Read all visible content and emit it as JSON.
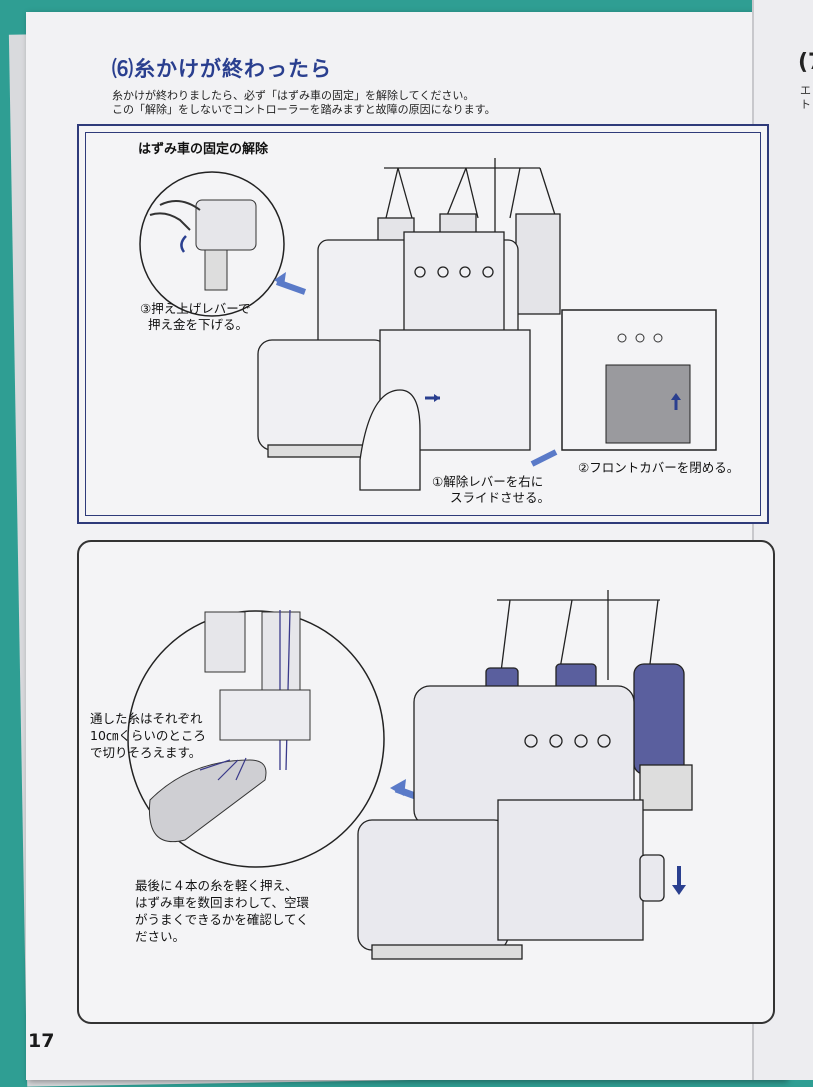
{
  "page": {
    "title": "⑹糸かけが終わったら",
    "intro": [
      "糸かけが終わりましたら、必ず「はずみ車の固定」を解除してください。",
      "この「解除」をしないでコントローラーを踏みますと故障の原因になります。"
    ],
    "page_number": "17"
  },
  "section1": {
    "heading": "はずみ車の固定の解除",
    "step1": [
      "①解除レバーを右に",
      "スライドさせる。"
    ],
    "step2": "②フロントカバーを閉める。",
    "step3": [
      "③押え上げレバーで",
      "押え金を下げる。"
    ]
  },
  "section2": {
    "cut_note": [
      "通した糸はそれぞれ",
      "10㎝くらいのところ",
      "で切りそろえます。"
    ],
    "final_note": [
      "最後に４本の糸を軽く押え、",
      "はずみ車を数回まわして、空環",
      "がうまくできるかを確認してく",
      "ださい。"
    ]
  },
  "next_page": {
    "heading_fragment": "(7",
    "lines": [
      "エ",
      "ト"
    ]
  },
  "colors": {
    "accent": "#2a3f8f",
    "arrow": "#3d5bb0",
    "spool": "#5a5f9e",
    "background": "#2f9e93"
  }
}
